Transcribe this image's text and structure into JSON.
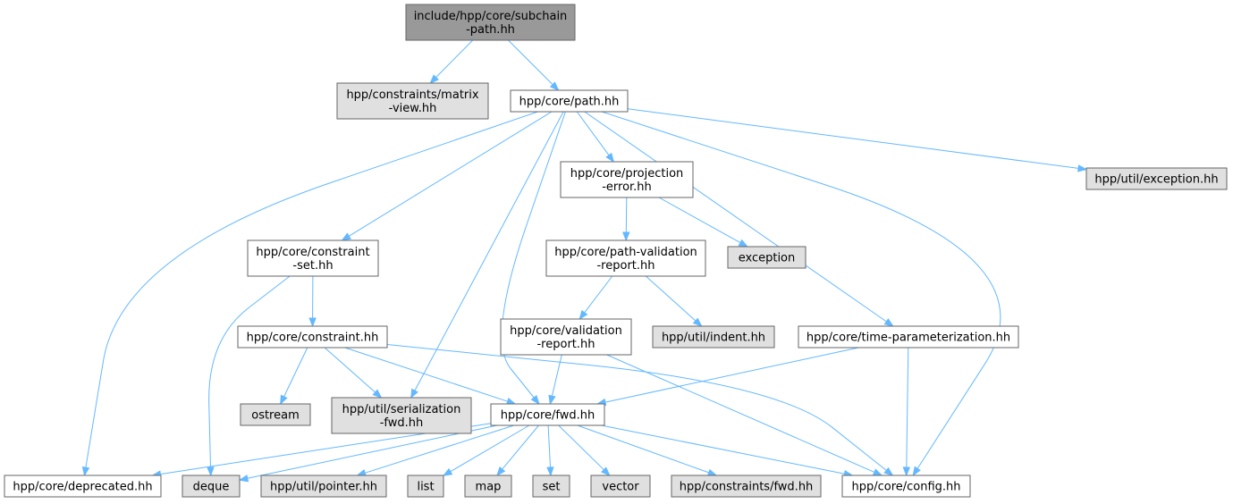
{
  "colors": {
    "edge": "#63b8ff",
    "root_fill": "#999999",
    "internal_fill": "#ffffff",
    "external_fill": "#e0e0e0",
    "border": "#666666"
  },
  "nodes": [
    {
      "id": "subchain",
      "kind": "root",
      "lines": [
        "include/hpp/core/subchain",
        "-path.hh"
      ]
    },
    {
      "id": "matrix-view",
      "kind": "external",
      "lines": [
        "hpp/constraints/matrix",
        "-view.hh"
      ]
    },
    {
      "id": "path",
      "kind": "internal",
      "lines": [
        "hpp/core/path.hh"
      ]
    },
    {
      "id": "projection-error",
      "kind": "internal",
      "lines": [
        "hpp/core/projection",
        "-error.hh"
      ]
    },
    {
      "id": "exception-hh",
      "kind": "external",
      "lines": [
        "hpp/util/exception.hh"
      ]
    },
    {
      "id": "constraint-set",
      "kind": "internal",
      "lines": [
        "hpp/core/constraint",
        "-set.hh"
      ]
    },
    {
      "id": "path-validation-report",
      "kind": "internal",
      "lines": [
        "hpp/core/path-validation",
        "-report.hh"
      ]
    },
    {
      "id": "exception",
      "kind": "external",
      "lines": [
        "exception"
      ]
    },
    {
      "id": "constraint",
      "kind": "internal",
      "lines": [
        "hpp/core/constraint.hh"
      ]
    },
    {
      "id": "validation-report",
      "kind": "internal",
      "lines": [
        "hpp/core/validation",
        "-report.hh"
      ]
    },
    {
      "id": "indent",
      "kind": "external",
      "lines": [
        "hpp/util/indent.hh"
      ]
    },
    {
      "id": "time-parameterization",
      "kind": "internal",
      "lines": [
        "hpp/core/time-parameterization.hh"
      ]
    },
    {
      "id": "ostream",
      "kind": "external",
      "lines": [
        "ostream"
      ]
    },
    {
      "id": "serialization-fwd",
      "kind": "external",
      "lines": [
        "hpp/util/serialization",
        "-fwd.hh"
      ]
    },
    {
      "id": "fwd",
      "kind": "internal",
      "lines": [
        "hpp/core/fwd.hh"
      ]
    },
    {
      "id": "deprecated",
      "kind": "internal",
      "lines": [
        "hpp/core/deprecated.hh"
      ]
    },
    {
      "id": "deque",
      "kind": "external",
      "lines": [
        "deque"
      ]
    },
    {
      "id": "pointer",
      "kind": "external",
      "lines": [
        "hpp/util/pointer.hh"
      ]
    },
    {
      "id": "list",
      "kind": "external",
      "lines": [
        "list"
      ]
    },
    {
      "id": "map",
      "kind": "external",
      "lines": [
        "map"
      ]
    },
    {
      "id": "set",
      "kind": "external",
      "lines": [
        "set"
      ]
    },
    {
      "id": "vector",
      "kind": "external",
      "lines": [
        "vector"
      ]
    },
    {
      "id": "constraints-fwd",
      "kind": "external",
      "lines": [
        "hpp/constraints/fwd.hh"
      ]
    },
    {
      "id": "config",
      "kind": "internal",
      "lines": [
        "hpp/core/config.hh"
      ]
    }
  ],
  "edges": [
    [
      "subchain",
      "matrix-view"
    ],
    [
      "subchain",
      "path"
    ],
    [
      "path",
      "deprecated"
    ],
    [
      "path",
      "constraint-set"
    ],
    [
      "path",
      "serialization-fwd"
    ],
    [
      "path",
      "fwd"
    ],
    [
      "path",
      "projection-error"
    ],
    [
      "path",
      "time-parameterization"
    ],
    [
      "path",
      "config"
    ],
    [
      "path",
      "exception-hh"
    ],
    [
      "projection-error",
      "path-validation-report"
    ],
    [
      "projection-error",
      "exception"
    ],
    [
      "constraint-set",
      "deque"
    ],
    [
      "constraint-set",
      "constraint"
    ],
    [
      "path-validation-report",
      "validation-report"
    ],
    [
      "path-validation-report",
      "indent"
    ],
    [
      "constraint",
      "ostream"
    ],
    [
      "constraint",
      "serialization-fwd"
    ],
    [
      "constraint",
      "fwd"
    ],
    [
      "constraint",
      "config"
    ],
    [
      "validation-report",
      "fwd"
    ],
    [
      "validation-report",
      "config"
    ],
    [
      "time-parameterization",
      "fwd"
    ],
    [
      "time-parameterization",
      "config"
    ],
    [
      "fwd",
      "deprecated"
    ],
    [
      "fwd",
      "deque"
    ],
    [
      "fwd",
      "pointer"
    ],
    [
      "fwd",
      "list"
    ],
    [
      "fwd",
      "map"
    ],
    [
      "fwd",
      "set"
    ],
    [
      "fwd",
      "vector"
    ],
    [
      "fwd",
      "constraints-fwd"
    ],
    [
      "fwd",
      "config"
    ]
  ]
}
